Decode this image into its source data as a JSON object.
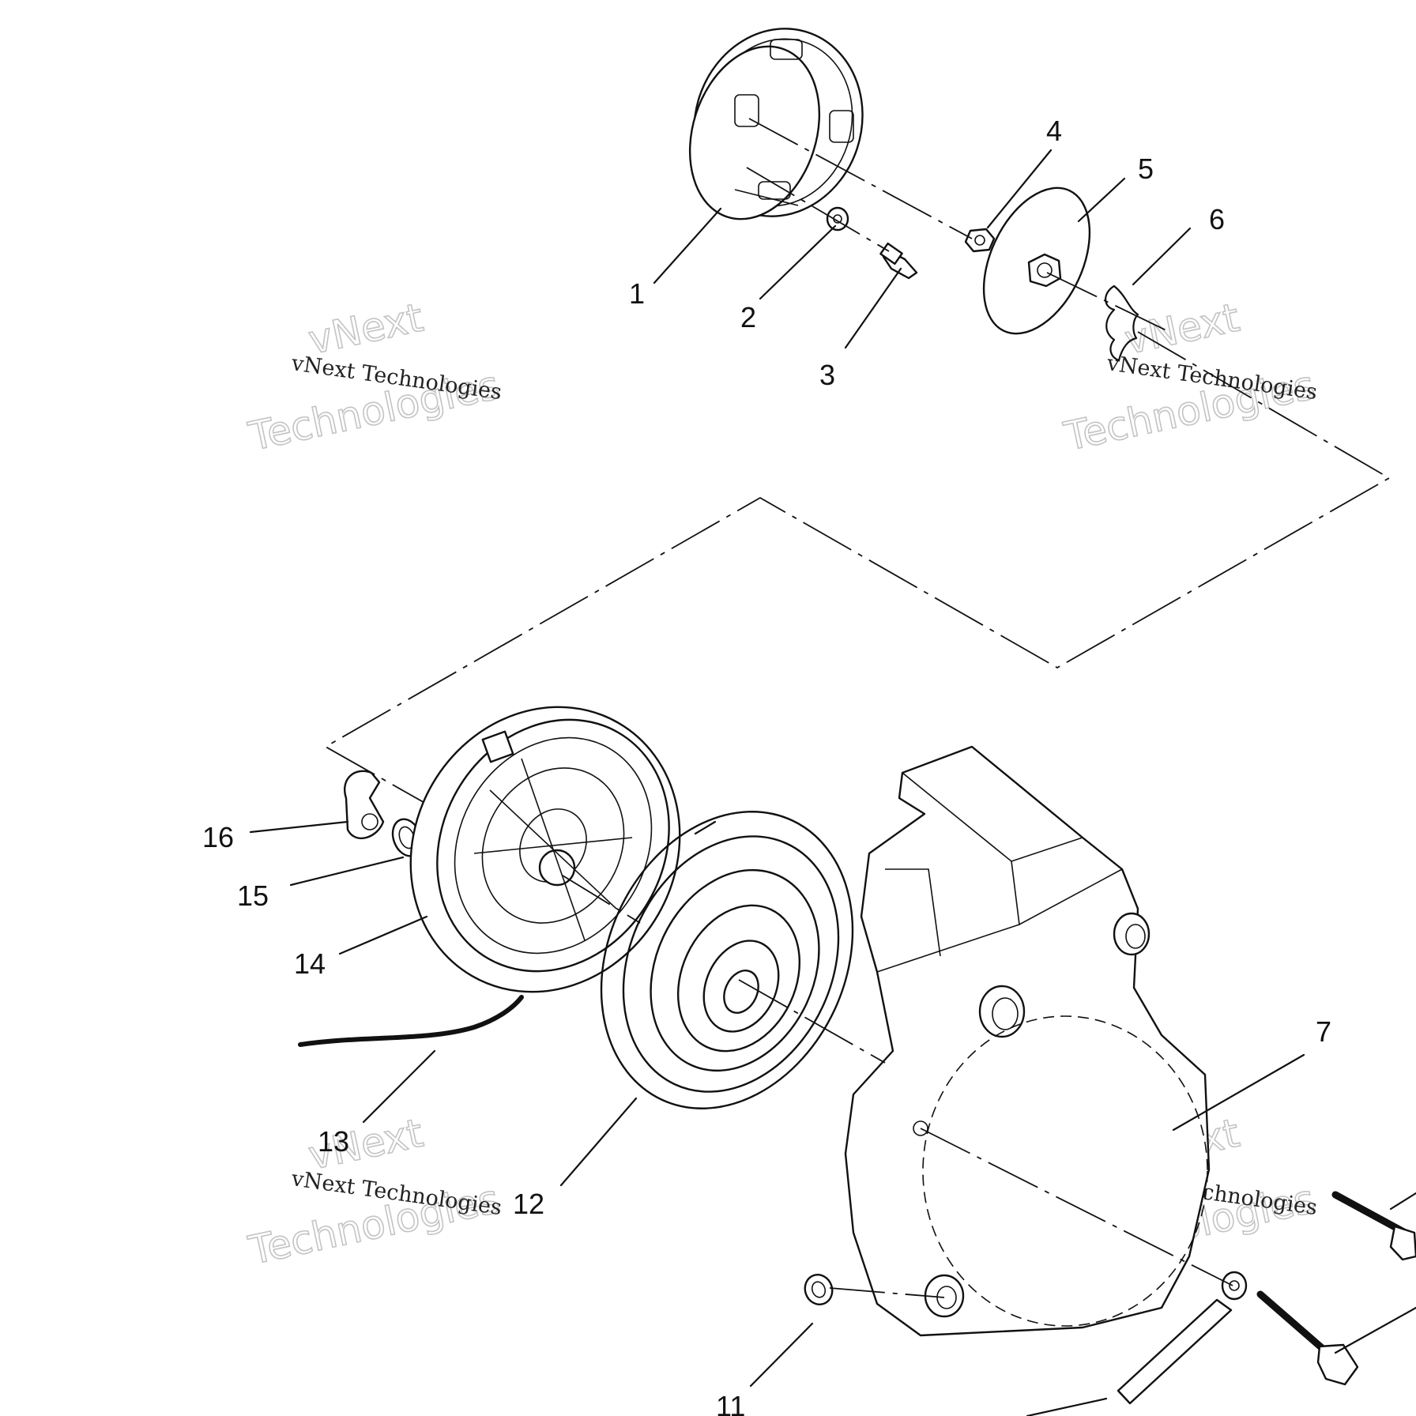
{
  "callouts": [
    "1",
    "2",
    "3",
    "4",
    "5",
    "6",
    "7",
    "11",
    "12",
    "13",
    "14",
    "15",
    "16"
  ],
  "watermarks": {
    "small_text": "vNext Technologies",
    "large_line1": "vNext",
    "large_line2": "Technologies"
  },
  "colors": {
    "ink": "#111111",
    "background": "#ffffff",
    "watermark_outline": "#c4c4c4"
  }
}
